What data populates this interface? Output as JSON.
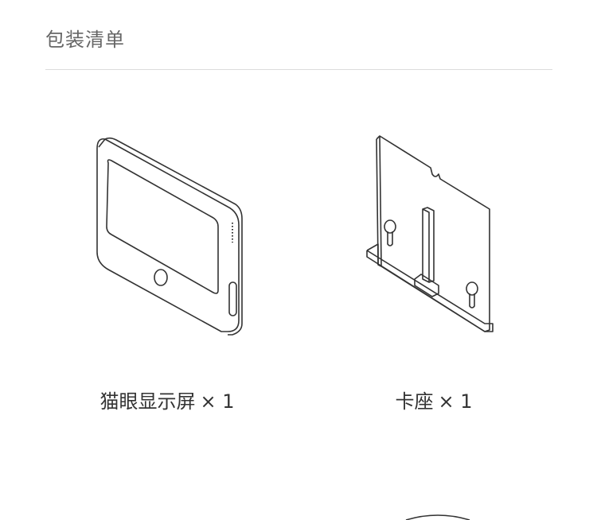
{
  "section": {
    "title": "包装清单"
  },
  "items": [
    {
      "name": "猫眼显示屏",
      "qty": "× 1",
      "icon": "display-screen-icon"
    },
    {
      "name": "卡座",
      "qty": "× 1",
      "icon": "mounting-bracket-icon"
    }
  ],
  "colors": {
    "title": "#666666",
    "divider": "#dcdcdc",
    "stroke": "#333333"
  }
}
